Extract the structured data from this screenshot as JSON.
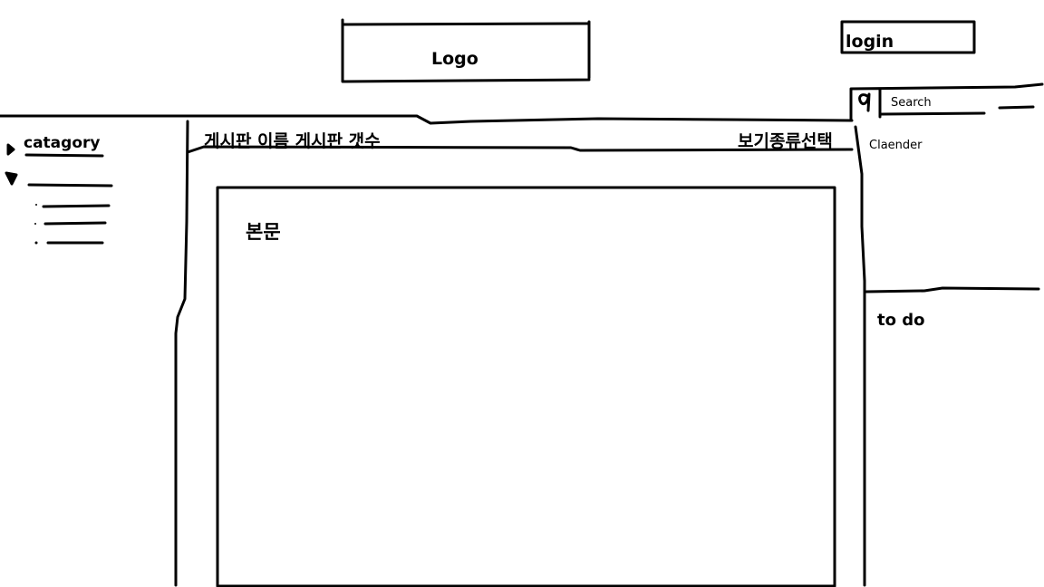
{
  "header": {
    "logo_text": "Logo",
    "login_label": "login",
    "search_placeholder": "Search"
  },
  "sidebar": {
    "category_label": "catagory",
    "sub_items": [
      "",
      "",
      ""
    ]
  },
  "board": {
    "name_and_count": "게시판 이름 게시판 갯수",
    "view_select_label": "보기종류선택",
    "content_label": "본문"
  },
  "right_panel": {
    "calendar_label": "Claender",
    "todo_label": "to do"
  }
}
